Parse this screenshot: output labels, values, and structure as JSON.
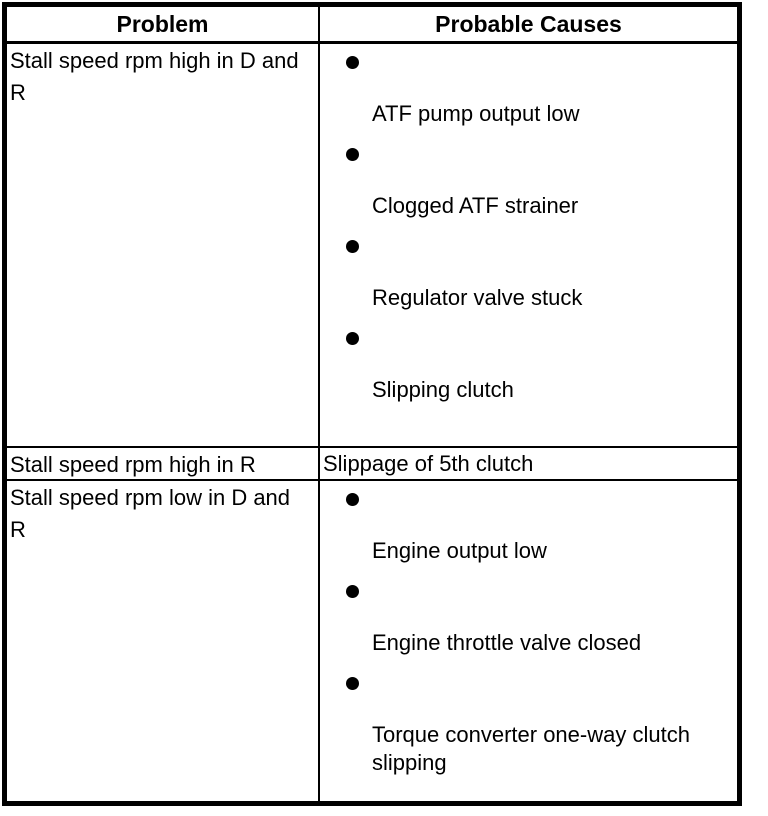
{
  "colors": {
    "border": "#000000",
    "background": "#ffffff",
    "text": "#000000"
  },
  "table": {
    "headers": [
      "Problem",
      "Probable Causes"
    ],
    "rows": [
      {
        "problem": "Stall speed rpm high in D and R",
        "bulleted": true,
        "causes": [
          "ATF pump output low",
          "Clogged ATF strainer",
          "Regulator valve stuck",
          "Slipping clutch"
        ]
      },
      {
        "problem": "Stall speed rpm high in R",
        "bulleted": false,
        "causes": [
          "Slippage of 5th clutch"
        ]
      },
      {
        "problem": "Stall speed rpm low in D and R",
        "bulleted": true,
        "causes": [
          "Engine output low",
          "Engine throttle valve closed",
          "Torque converter one-way clutch slipping"
        ]
      }
    ]
  }
}
